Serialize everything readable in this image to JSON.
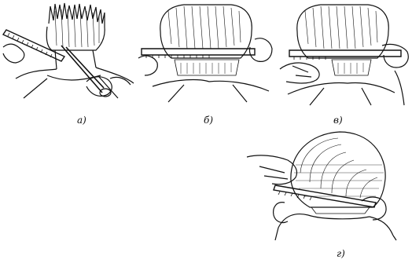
{
  "figure": {
    "panels": [
      {
        "caption": "а)"
      },
      {
        "caption": "б)"
      },
      {
        "caption": "в)"
      },
      {
        "caption": "г)"
      }
    ],
    "colors": {
      "ink": "#111111",
      "paper": "#ffffff"
    }
  }
}
